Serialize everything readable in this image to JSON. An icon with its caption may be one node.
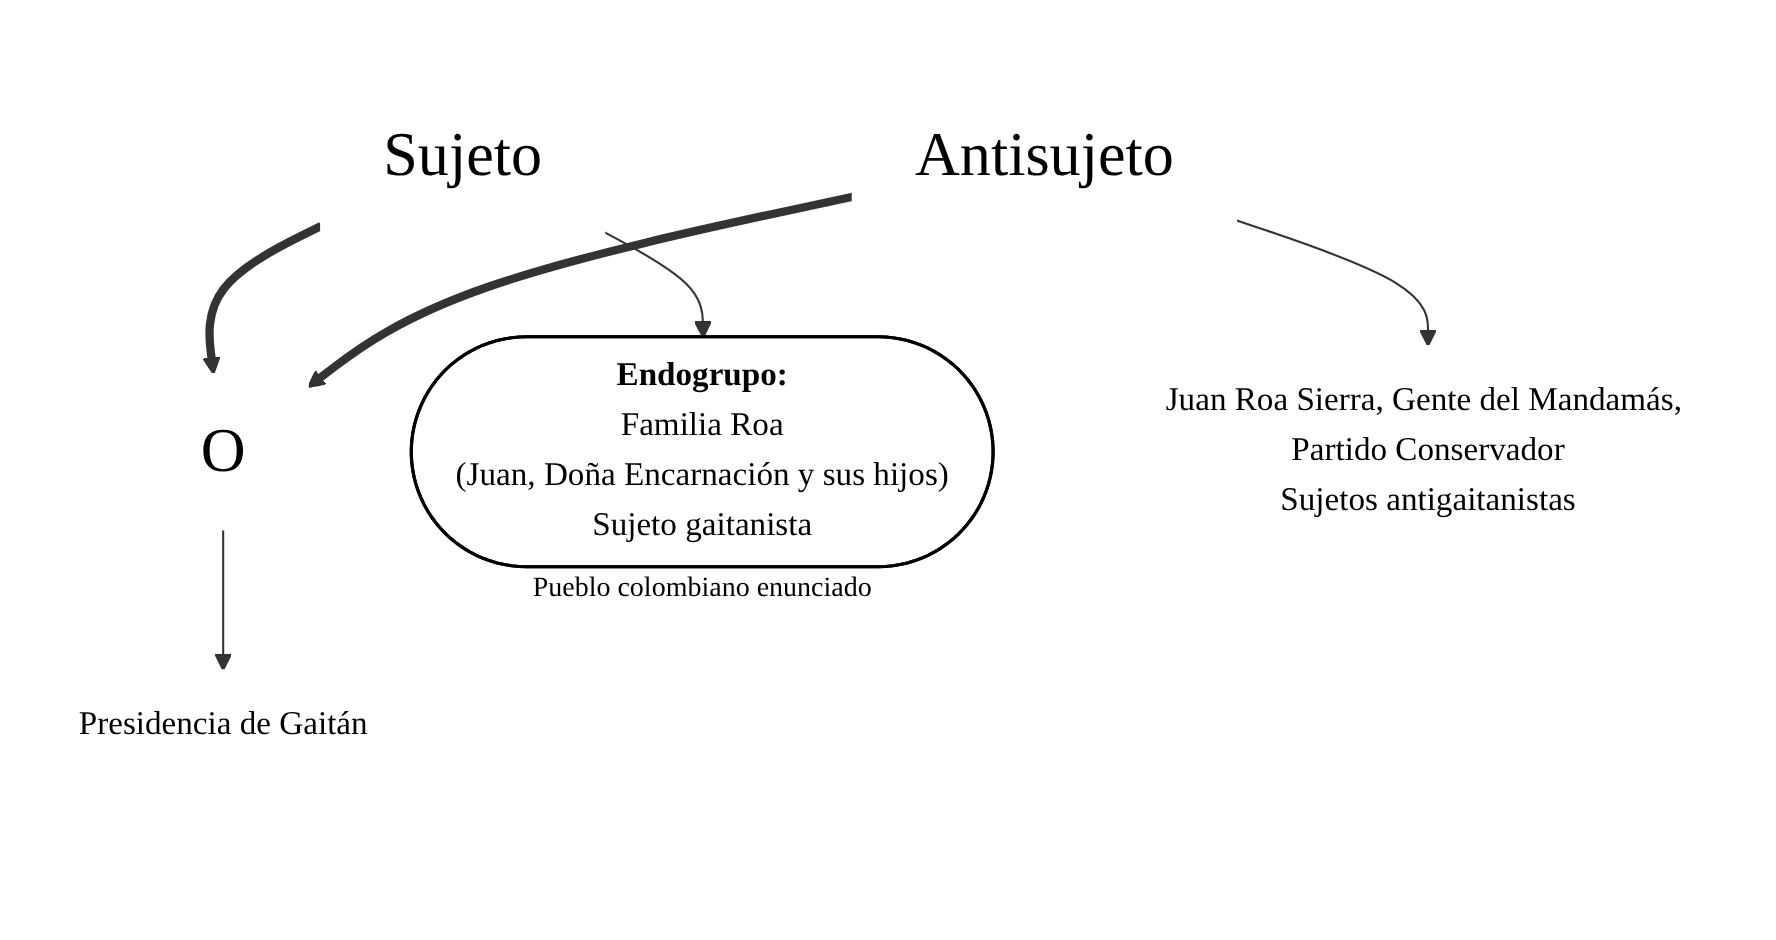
{
  "diagram": {
    "nodes": [
      {
        "text": [
          "Sujeto"
        ]
      },
      {
        "text": [
          "O"
        ]
      },
      {
        "text": [
          "Antisujeto"
        ]
      },
      {
        "text": [
          "Endogrupo:",
          "Familia Roa",
          "(Juan, Doña Encarnación y sus hijos)",
          "Sujeto gaitanista"
        ],
        "beside": [
          "Pueblo colombiano enunciado"
        ]
      },
      {
        "text": [
          "Presidencia de Gaitán"
        ]
      },
      {
        "text": [
          "Juan Roa Sierra, Gente del Mandamás, Partido Conservador",
          "Sujetos antigaitanistas"
        ]
      }
    ],
    "edges": [
      {
        "from": 0,
        "to": 1,
        "arrow": "to",
        "style": "thick"
      },
      {
        "from": 2,
        "to": 1,
        "arrow": "to",
        "style": "thick"
      },
      {
        "from": 0,
        "to": 3,
        "arrow": "to"
      },
      {
        "from": 1,
        "to": 4,
        "arrow": "to"
      },
      {
        "from": 2,
        "to": 5,
        "arrow": "to"
      }
    ]
  }
}
